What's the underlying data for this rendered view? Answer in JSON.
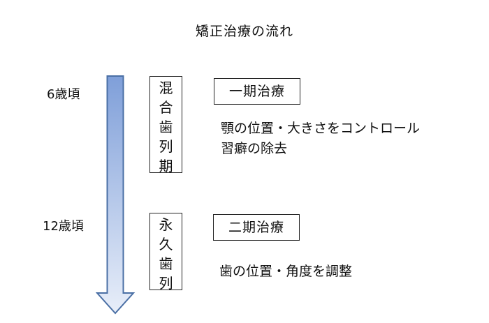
{
  "title": "矯正治療の流れ",
  "ages": {
    "first": "6歳頃",
    "second": "12歳頃"
  },
  "dentition": {
    "mixed": [
      "混",
      "合",
      "歯",
      "列",
      "期"
    ],
    "permanent": [
      "永",
      "久",
      "歯",
      "列"
    ]
  },
  "phases": {
    "one": "一期治療",
    "two": "二期治療"
  },
  "descriptions": {
    "one": [
      "顎の位置・大きさをコントロール",
      "習癖の除去"
    ],
    "two": [
      "歯の位置・角度を調整"
    ]
  },
  "colors": {
    "arrow_top": "#7f9fd9",
    "arrow_bottom": "#e8eef9",
    "arrow_stroke": "#4a6fa5"
  }
}
